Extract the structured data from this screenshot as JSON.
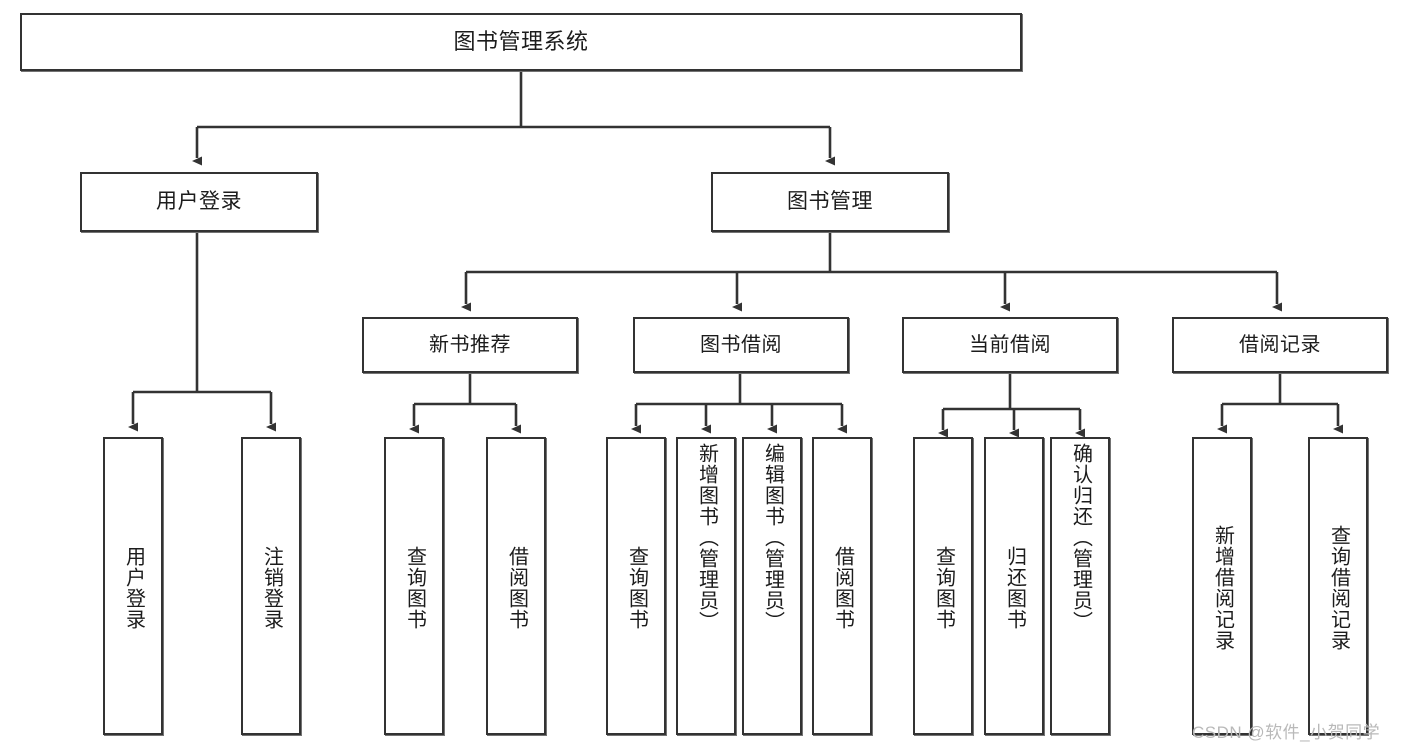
{
  "diagram": {
    "title": "图书管理系统",
    "type": "功能结构图",
    "watermark": "CSDN @软件_小贺同学",
    "colors": {
      "box_border": "#333333",
      "box_fill": "#ffffff",
      "connector": "#333333",
      "text": "#1c1c1c",
      "watermark": "#b9b9b9"
    },
    "nodes": {
      "root": {
        "label": "图书管理系统"
      },
      "level2": [
        {
          "id": "user-login",
          "label": "用户登录"
        },
        {
          "id": "book-manage",
          "label": "图书管理"
        }
      ],
      "level3": [
        {
          "id": "new-book-rec",
          "label": "新书推荐"
        },
        {
          "id": "book-borrow",
          "label": "图书借阅"
        },
        {
          "id": "current-borrow",
          "label": "当前借阅"
        },
        {
          "id": "borrow-record",
          "label": "借阅记录"
        }
      ],
      "leaves": {
        "user_login": [
          {
            "id": "leaf-user-login",
            "label": "用户登录"
          },
          {
            "id": "leaf-user-logout",
            "label": "注销登录"
          }
        ],
        "new_book_rec": [
          {
            "id": "leaf-query-book-1",
            "label": "查询图书"
          },
          {
            "id": "leaf-borrow-book-1",
            "label": "借阅图书"
          }
        ],
        "book_borrow": [
          {
            "id": "leaf-query-book-2",
            "label": "查询图书"
          },
          {
            "id": "leaf-add-book",
            "label": "新增图书（管理员）"
          },
          {
            "id": "leaf-edit-book",
            "label": "编辑图书（管理员）"
          },
          {
            "id": "leaf-borrow-book-2",
            "label": "借阅图书"
          }
        ],
        "current_borrow": [
          {
            "id": "leaf-query-book-3",
            "label": "查询图书"
          },
          {
            "id": "leaf-return-book",
            "label": "归还图书"
          },
          {
            "id": "leaf-confirm-return",
            "label": "确认归还（管理员）"
          }
        ],
        "borrow_record": [
          {
            "id": "leaf-add-record",
            "label": "新增借阅记录"
          },
          {
            "id": "leaf-query-record",
            "label": "查询借阅记录"
          }
        ]
      }
    }
  }
}
